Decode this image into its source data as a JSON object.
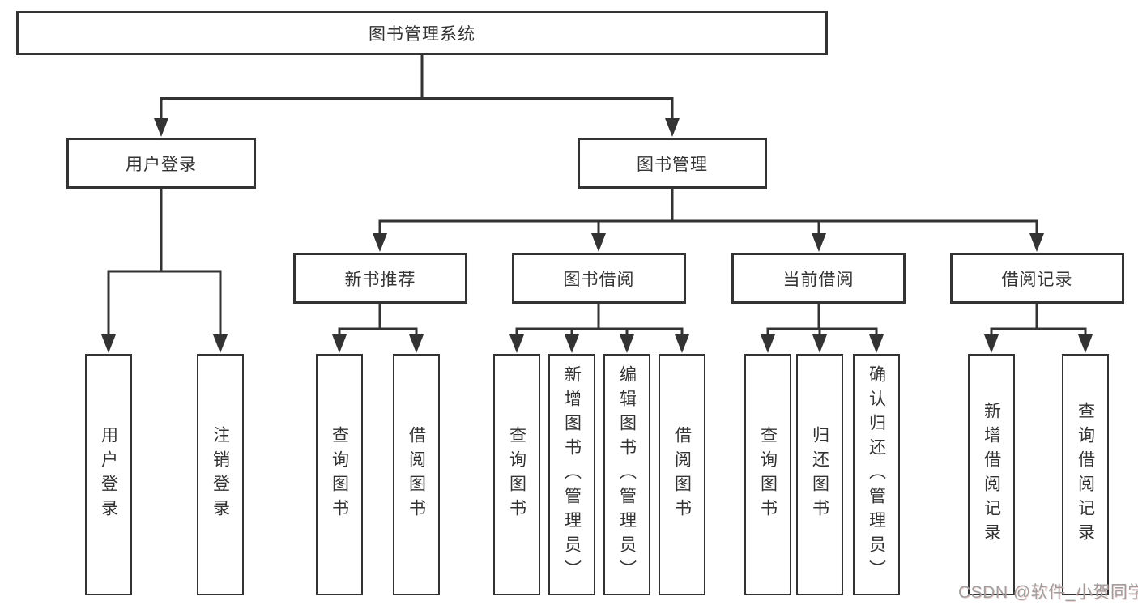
{
  "diagram": {
    "root": {
      "label": "图书管理系统"
    },
    "branches": [
      {
        "label": "用户登录",
        "children": [
          {
            "label": "用户登录"
          },
          {
            "label": "注销登录"
          }
        ]
      },
      {
        "label": "图书管理",
        "children": [
          {
            "label": "新书推荐",
            "children": [
              {
                "label": "查询图书"
              },
              {
                "label": "借阅图书"
              }
            ]
          },
          {
            "label": "图书借阅",
            "children": [
              {
                "label": "查询图书"
              },
              {
                "label": "新增图书（管理员）"
              },
              {
                "label": "编辑图书（管理员）"
              },
              {
                "label": "借阅图书"
              }
            ]
          },
          {
            "label": "当前借阅",
            "children": [
              {
                "label": "查询图书"
              },
              {
                "label": "归还图书"
              },
              {
                "label": "确认归还（管理员）"
              }
            ]
          },
          {
            "label": "借阅记录",
            "children": [
              {
                "label": "新增借阅记录"
              },
              {
                "label": "查询借阅记录"
              }
            ]
          }
        ]
      }
    ]
  },
  "watermark": {
    "text": "CSDN @软件_小贺同学"
  },
  "colors": {
    "line": "#333333",
    "box_border": "#333333",
    "box_fill": "#ffffff",
    "text": "#333333",
    "background": "#ffffff",
    "watermark": "#9e9e9e"
  }
}
